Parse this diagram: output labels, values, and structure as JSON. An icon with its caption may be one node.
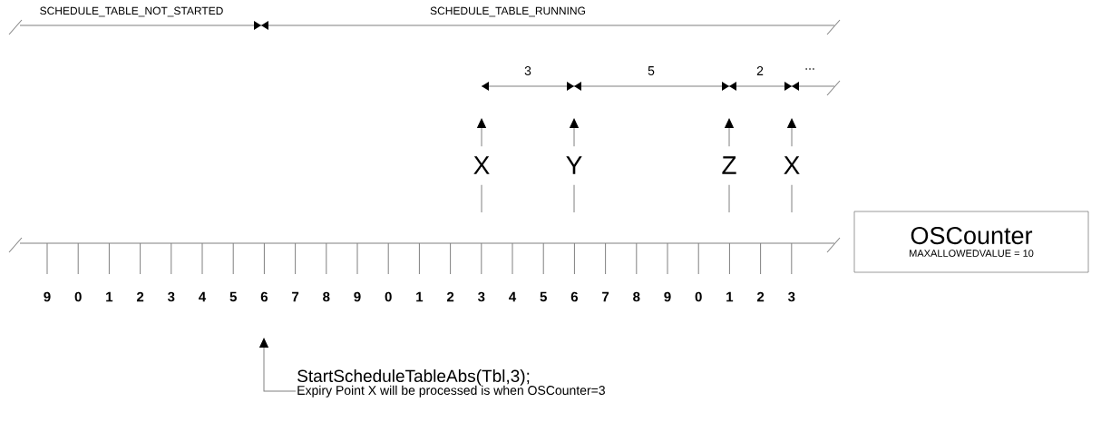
{
  "diagram": {
    "nodes": [
      {
        "text": [
          "X"
        ]
      },
      {
        "text": [
          "Y"
        ]
      },
      {
        "text": [
          "Z"
        ]
      },
      {
        "text": [
          "X"
        ]
      },
      {
        "text": [
          "OSCounter",
          "MAXALLOWEDVALUE = 10"
        ]
      },
      {
        "text": [
          "StartScheduleTableAbs(Tbl,3);",
          "Expiry Point X will be processed is when OSCounter=3"
        ]
      }
    ],
    "edges": [
      {
        "from": 0,
        "to": null,
        "arrow": "to"
      },
      {
        "from": 0,
        "to": null,
        "arrow": "none"
      },
      {
        "from": 1,
        "to": null,
        "arrow": "to"
      },
      {
        "from": 1,
        "to": null,
        "arrow": "none"
      },
      {
        "from": 2,
        "to": null,
        "arrow": "to"
      },
      {
        "from": 2,
        "to": null,
        "arrow": "none"
      },
      {
        "from": 3,
        "to": null,
        "arrow": "to"
      },
      {
        "from": 3,
        "to": null,
        "arrow": "none"
      },
      {
        "from": 5,
        "to": null,
        "arrow": "to"
      }
    ],
    "labels": [
      "SCHEDULE_TABLE_NOT_STARTED",
      "SCHEDULE_TABLE_RUNNING",
      "3",
      "5",
      "2",
      "...",
      "9",
      "0",
      "1",
      "2",
      "3",
      "4",
      "5",
      "6",
      "7",
      "8",
      "9",
      "0",
      "1",
      "2",
      "3",
      "4",
      "5",
      "6",
      "7",
      "8",
      "9",
      "0",
      "1",
      "2",
      "3"
    ]
  }
}
